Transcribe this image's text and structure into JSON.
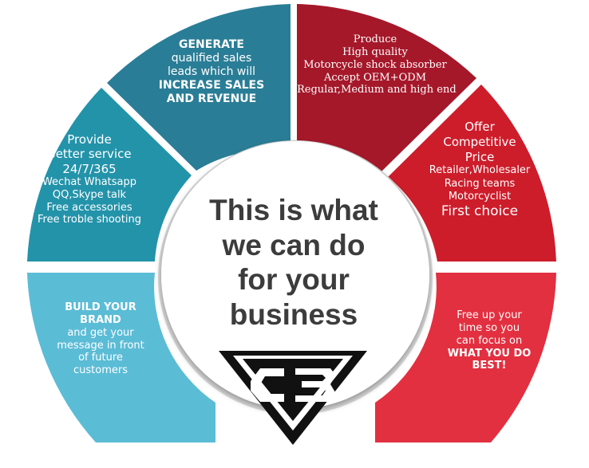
{
  "center": {
    "lines": [
      "This is what",
      "we can do",
      "for your",
      "business"
    ]
  },
  "logo": {
    "text": "CB"
  },
  "segments": {
    "generate": {
      "lines": [
        "GENERATE",
        "qualified sales",
        "leads which will",
        "INCREASE SALES",
        "AND REVENUE"
      ],
      "color": "#2a7d96"
    },
    "produce": {
      "lines": [
        "Produce",
        "High quality",
        "Motorcycle shock absorber",
        "Accept OEM+ODM",
        "Regular,Medium and high end"
      ],
      "color": "#a5182a"
    },
    "offer": {
      "lines": [
        "Offer",
        "Competitive",
        "Price",
        "Retailer,Wholesaler",
        "Racing teams",
        "Motorcyclist",
        "First choice"
      ],
      "color": "#cd1d2b"
    },
    "provide": {
      "lines": [
        "Provide",
        "Better service",
        "24/7/365",
        "Wechat  Whatsapp",
        "QQ,Skype talk",
        "Free accessories",
        "Free troble shooting"
      ],
      "color": "#2393aa"
    },
    "brand": {
      "lines": [
        "BUILD YOUR",
        "BRAND",
        "and get your",
        "message in front",
        "of future",
        "customers"
      ],
      "color": "#5bbcd6"
    },
    "free": {
      "lines": [
        "Free up your",
        "time so you",
        "can focus on",
        "WHAT YOU DO",
        "BEST!"
      ],
      "color": "#e23040"
    }
  }
}
